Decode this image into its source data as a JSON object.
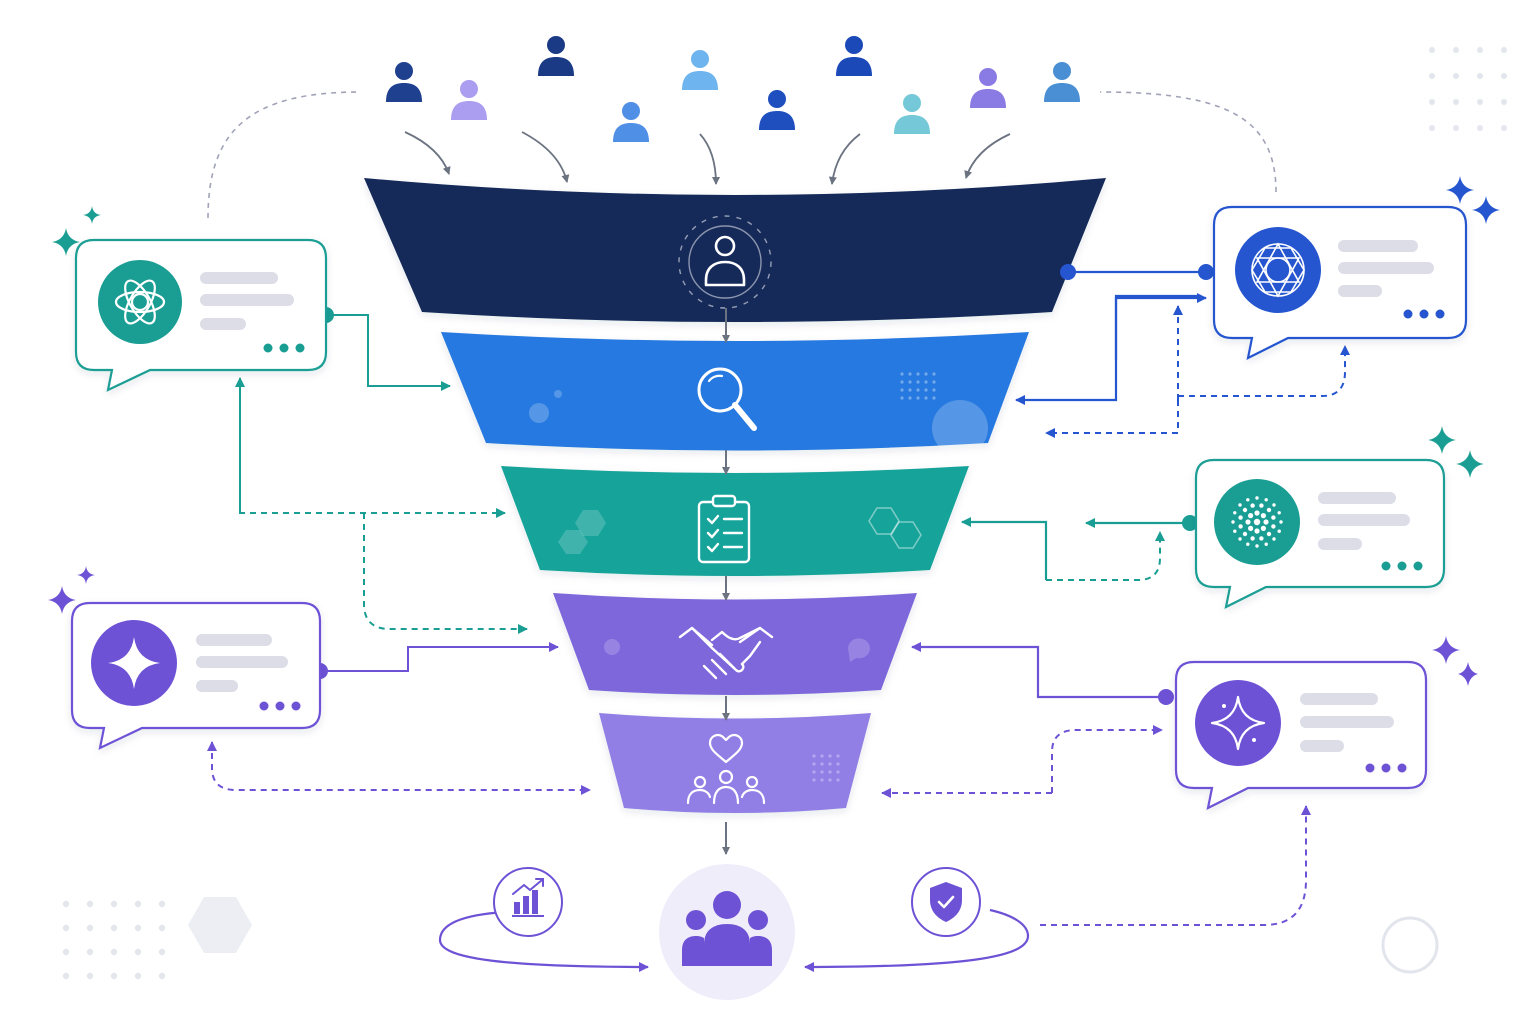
{
  "colors": {
    "navy": "#13295a",
    "blue": "#2679e0",
    "teal": "#17a39a",
    "purple": "#7e66db",
    "lavender": "#927fe6",
    "bubble_teal": "#1a9e94",
    "bubble_blue": "#2656cf",
    "bubble_purple": "#6e52d6",
    "placeholder": "#dcdde6",
    "connector_gray": "#6b7280",
    "hub_bg": "#f0edfb"
  },
  "visitors": [
    {
      "color": "#1f3f8f"
    },
    {
      "color": "#ab9df0"
    },
    {
      "color": "#1b3a86"
    },
    {
      "color": "#4f8fe6"
    },
    {
      "color": "#6eb4ef"
    },
    {
      "color": "#1f4fbf"
    },
    {
      "color": "#1b4ab8"
    },
    {
      "color": "#74c8d8"
    },
    {
      "color": "#8a7ae3"
    },
    {
      "color": "#4a8fd4"
    }
  ],
  "funnel_stages": [
    {
      "name": "awareness",
      "icon": "user-circle-icon",
      "color": "#13295a"
    },
    {
      "name": "search",
      "icon": "magnifier-icon",
      "color": "#2679e0"
    },
    {
      "name": "evaluation",
      "icon": "clipboard-checklist-icon",
      "color": "#17a39a"
    },
    {
      "name": "deal",
      "icon": "handshake-icon",
      "color": "#7e66db"
    },
    {
      "name": "loyalty",
      "icon": "heart-community-icon",
      "color": "#927fe6"
    }
  ],
  "ai_assistants": [
    {
      "side": "left",
      "icon": "openai-knot-icon",
      "color": "#1a9e94"
    },
    {
      "side": "left",
      "icon": "four-point-star-icon",
      "color": "#6e52d6"
    },
    {
      "side": "right",
      "icon": "geometric-rosette-icon",
      "color": "#2656cf"
    },
    {
      "side": "right",
      "icon": "dot-burst-icon",
      "color": "#1a9e94"
    },
    {
      "side": "right",
      "icon": "sparkle-star-icon",
      "color": "#6e52d6"
    }
  ],
  "outcome": {
    "hub_icon": "customer-group-icon",
    "left_badge_icon": "growth-chart-icon",
    "right_badge_icon": "shield-check-icon"
  }
}
